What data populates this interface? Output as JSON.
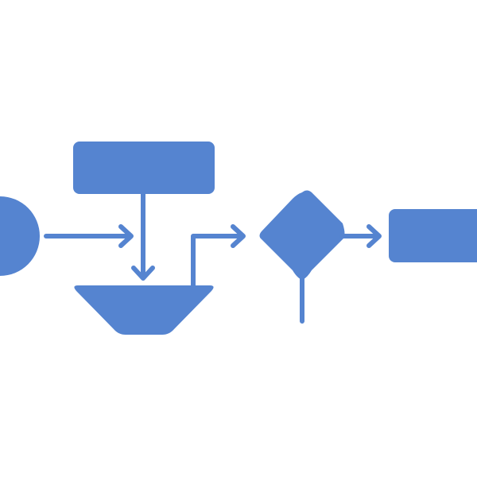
{
  "colors": {
    "accent": "#5584d0",
    "background": "#ffffff"
  },
  "diagram": {
    "type": "flowchart",
    "nodes": [
      {
        "id": "start",
        "shape": "half-circle",
        "label": ""
      },
      {
        "id": "process",
        "shape": "rounded-rectangle",
        "label": ""
      },
      {
        "id": "merge",
        "shape": "trapezoid",
        "label": ""
      },
      {
        "id": "decision",
        "shape": "diamond",
        "label": ""
      },
      {
        "id": "end",
        "shape": "rounded-rectangle",
        "label": ""
      }
    ],
    "edges": [
      {
        "from": "start",
        "to": "merge",
        "arrow": true
      },
      {
        "from": "process",
        "to": "merge",
        "arrow": true
      },
      {
        "from": "merge",
        "to": "decision",
        "arrow": true
      },
      {
        "from": "decision",
        "to": "end",
        "arrow": true
      },
      {
        "from": "decision",
        "to": "",
        "arrow": false
      }
    ]
  }
}
